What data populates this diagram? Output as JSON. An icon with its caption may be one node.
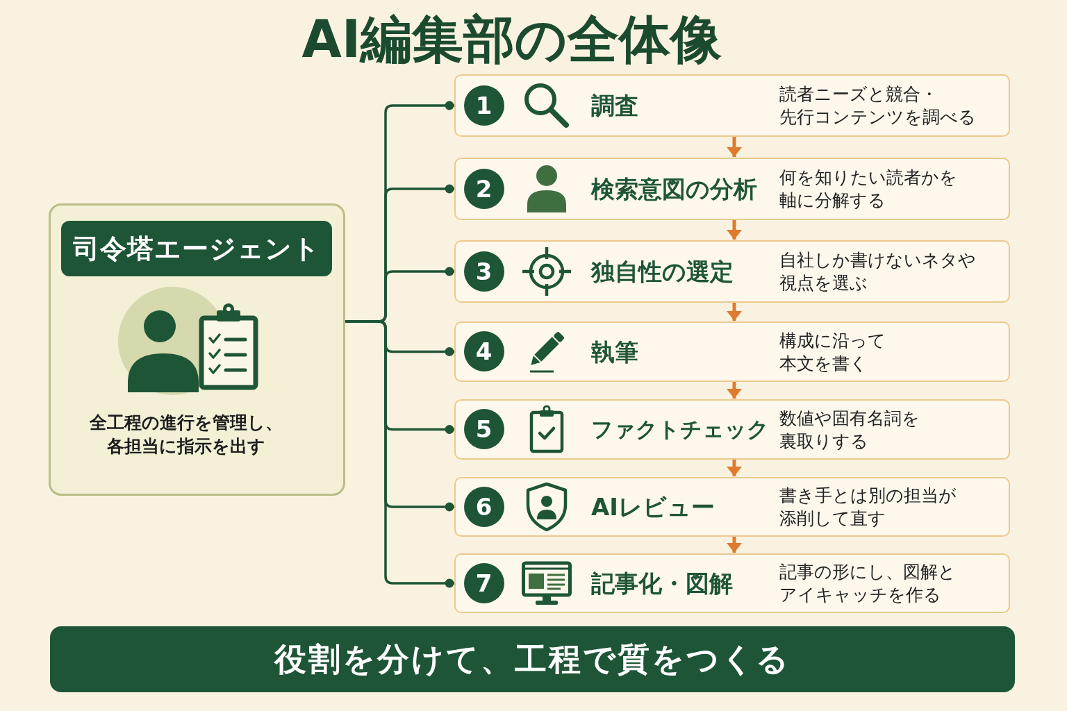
{
  "diagram": {
    "title": "AI編集部の全体像",
    "nodes": [
      {
        "text": [
          "全工程の進行を管理し、各担当に指示を出す"
        ]
      },
      {
        "text": [
          "司令塔エージェント"
        ],
        "in": 0
      },
      {
        "text": [
          "調査",
          "読者ニーズと競合・先行コンテンツを調べる"
        ]
      },
      {
        "text": [
          "1"
        ],
        "in": 2
      },
      {
        "text": [
          "検索意図の分析",
          "何を知りたい読者かを軸に分解する"
        ]
      },
      {
        "text": [
          "2"
        ],
        "in": 4
      },
      {
        "text": [
          "独自性の選定",
          "自社しか書けないネタや視点を選ぶ"
        ]
      },
      {
        "text": [
          "3"
        ],
        "in": 6
      },
      {
        "text": [
          "執筆",
          "構成に沿って本文を書く"
        ]
      },
      {
        "text": [
          "4"
        ],
        "in": 8
      },
      {
        "text": [
          "ファクトチェック",
          "数値や固有名詞を裏取りする"
        ]
      },
      {
        "text": [
          "5"
        ],
        "in": 10
      },
      {
        "text": [
          "AIレビュー",
          "書き手とは別の担当が添削して直す"
        ]
      },
      {
        "text": [
          "6"
        ],
        "in": 12
      },
      {
        "text": [
          "記事化・図解",
          "記事の形にし、図解とアイキャッチを作る"
        ]
      },
      {
        "text": [
          "7"
        ],
        "in": 14
      },
      {
        "text": [
          "役割を分けて、工程で質をつくる"
        ]
      }
    ],
    "edges": [
      {
        "from": 0,
        "to": 2,
        "arrow": "other"
      },
      {
        "from": 0,
        "to": 4,
        "arrow": "other"
      },
      {
        "from": 0,
        "to": 6,
        "arrow": "other"
      },
      {
        "from": 0,
        "to": 8,
        "arrow": "other"
      },
      {
        "from": 0,
        "to": 10,
        "arrow": "other"
      },
      {
        "from": 0,
        "to": 12,
        "arrow": "other"
      },
      {
        "from": 0,
        "to": 14,
        "arrow": "other"
      },
      {
        "from": 2,
        "to": 4,
        "arrow": "to",
        "color": "#df7b2d"
      },
      {
        "from": 4,
        "to": 6,
        "arrow": "to",
        "color": "#df7b2d"
      },
      {
        "from": 6,
        "to": 8,
        "arrow": "to",
        "color": "#df7b2d"
      },
      {
        "from": 8,
        "to": 10,
        "arrow": "to",
        "color": "#df7b2d"
      },
      {
        "from": 10,
        "to": 12,
        "arrow": "to",
        "color": "#df7b2d"
      },
      {
        "from": 12,
        "to": 14,
        "arrow": "to",
        "color": "#df7b2d"
      }
    ]
  }
}
